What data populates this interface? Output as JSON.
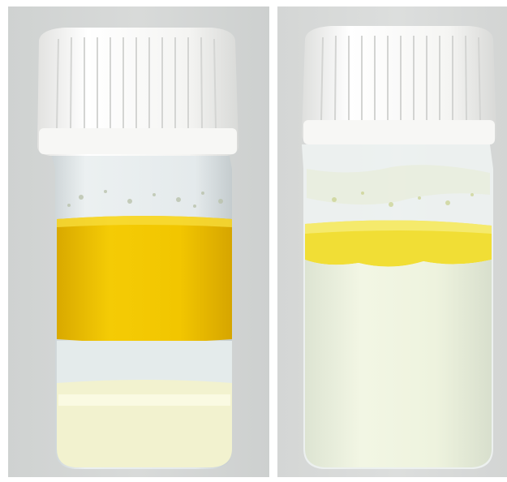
{
  "image": {
    "panels": [
      {
        "id": "left",
        "subject": "vial-phase-separated",
        "cap_color": "#f4f4f2",
        "glass_color": "#e9eef0",
        "yellow_phase_color": "#f2c600",
        "clear_phase_color": "#e6eeee",
        "bottom_layer_color": "#f3f3cf"
      },
      {
        "id": "right",
        "subject": "vial-milky-emulsion",
        "cap_color": "#f5f5f3",
        "glass_color": "#eef2f1",
        "yellow_band_color": "#f1de35",
        "milky_color": "#eff4df"
      }
    ],
    "background_color": "#d5d7d6"
  }
}
